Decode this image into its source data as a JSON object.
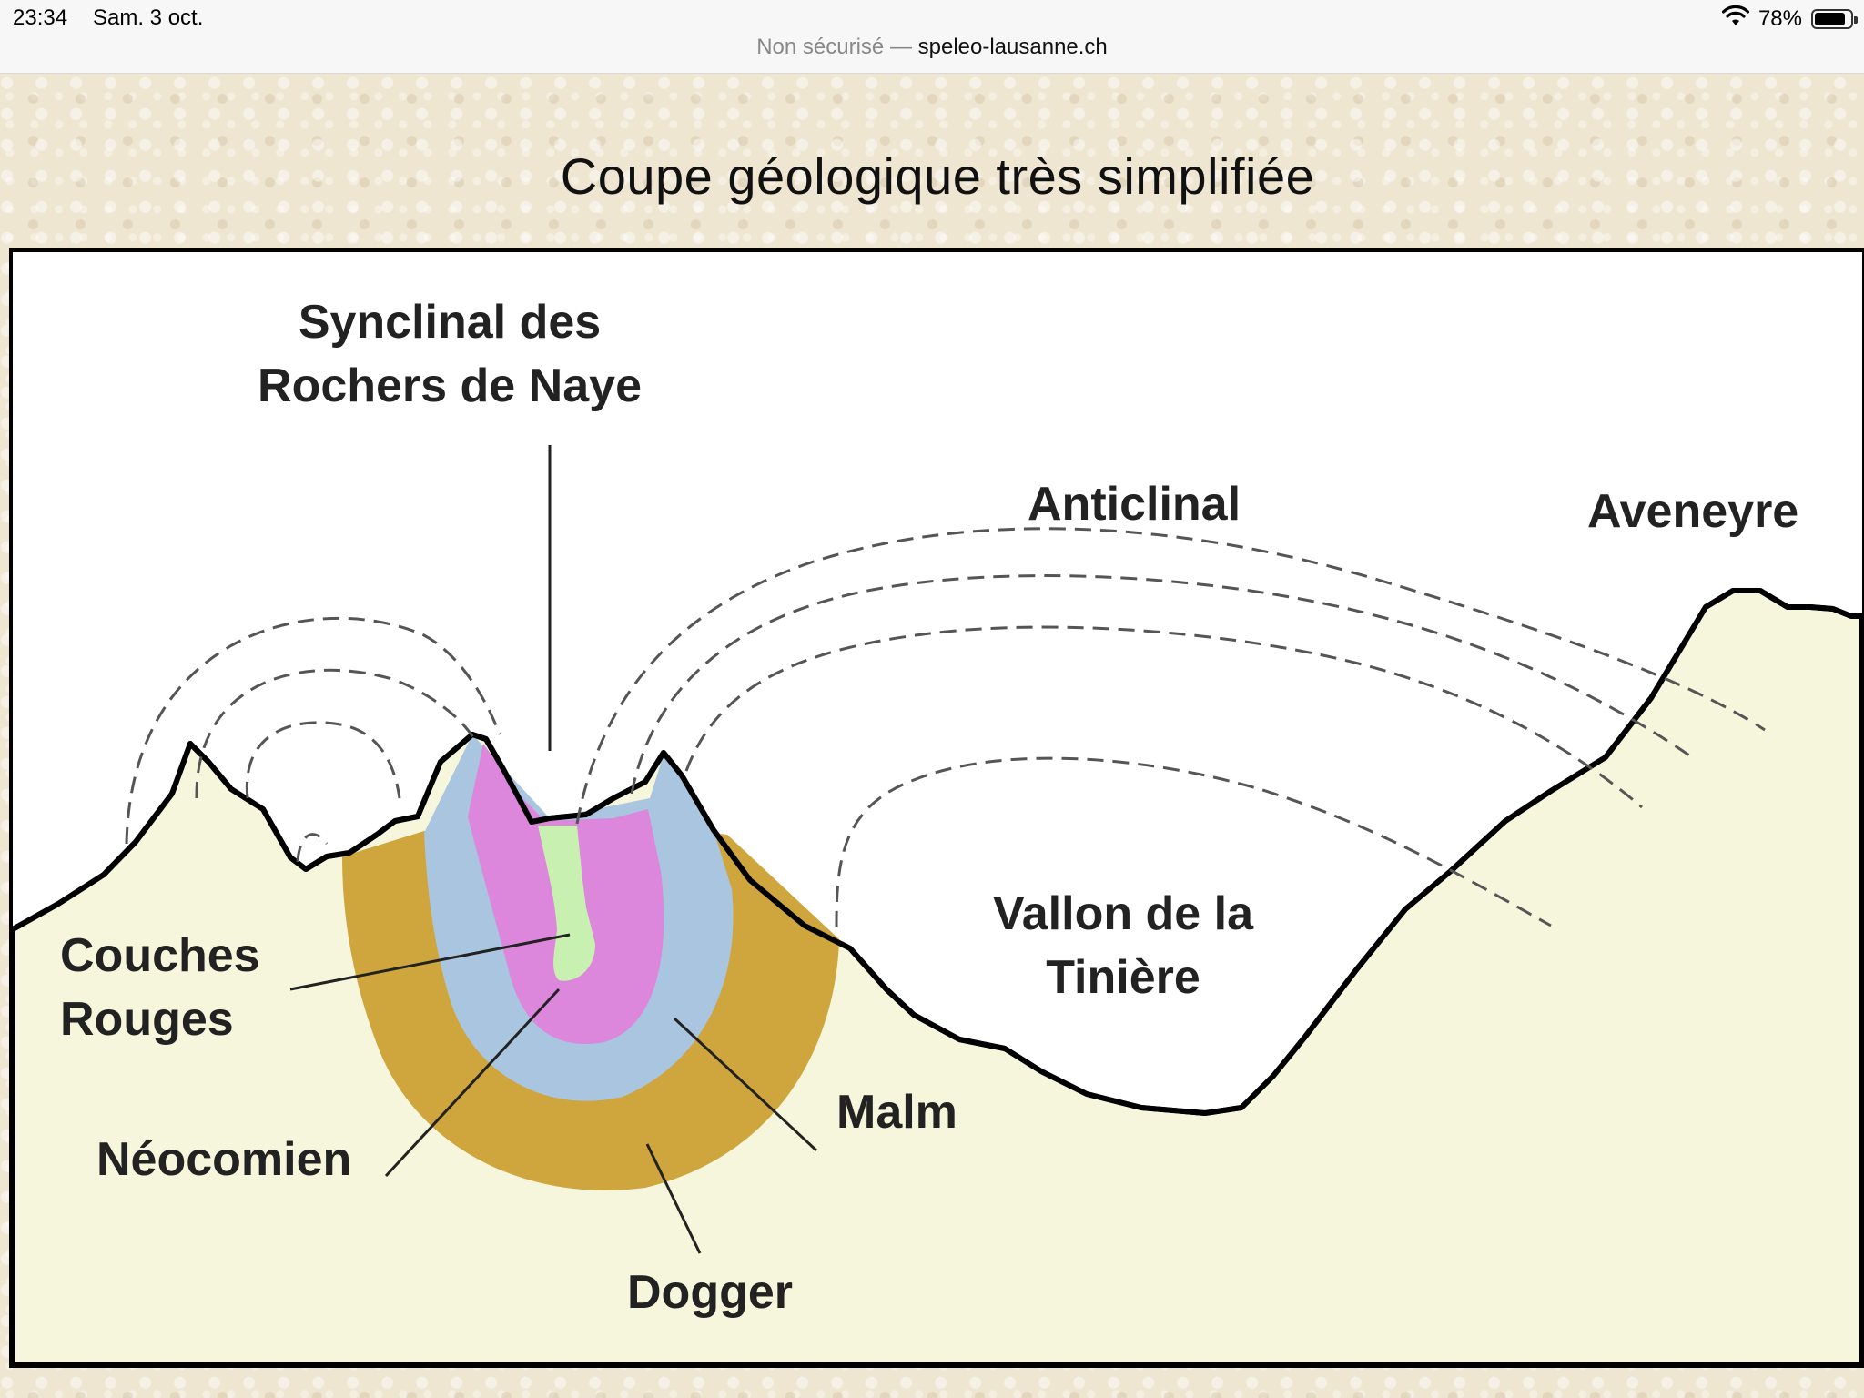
{
  "status_bar": {
    "time": "23:34",
    "date": "Sam. 3 oct.",
    "battery_percent": "78%",
    "wifi_icon": "wifi-icon",
    "battery_icon": "battery-icon",
    "battery_level": 0.78
  },
  "url_bar": {
    "security_label": "Non sécurisé —",
    "domain": "speleo-lausanne.ch"
  },
  "page": {
    "title": "Coupe géologique très simplifiée"
  },
  "diagram": {
    "labels": {
      "synclinal_line1": "Synclinal des",
      "synclinal_line2": "Rochers de Naye",
      "anticlinal": "Anticlinal",
      "aveneyre": "Aveneyre",
      "vallon_line1": "Vallon de la",
      "vallon_line2": "Tinière",
      "couches_line1": "Couches",
      "couches_line2": "Rouges",
      "neocomien": "Néocomien",
      "malm": "Malm",
      "dogger": "Dogger"
    },
    "colors": {
      "ground": "#f6f6dc",
      "dogger": "#cfa63e",
      "malm": "#a9c5e0",
      "neocomien": "#dc86dc",
      "couches_rouges": "#c8f0b0"
    }
  }
}
